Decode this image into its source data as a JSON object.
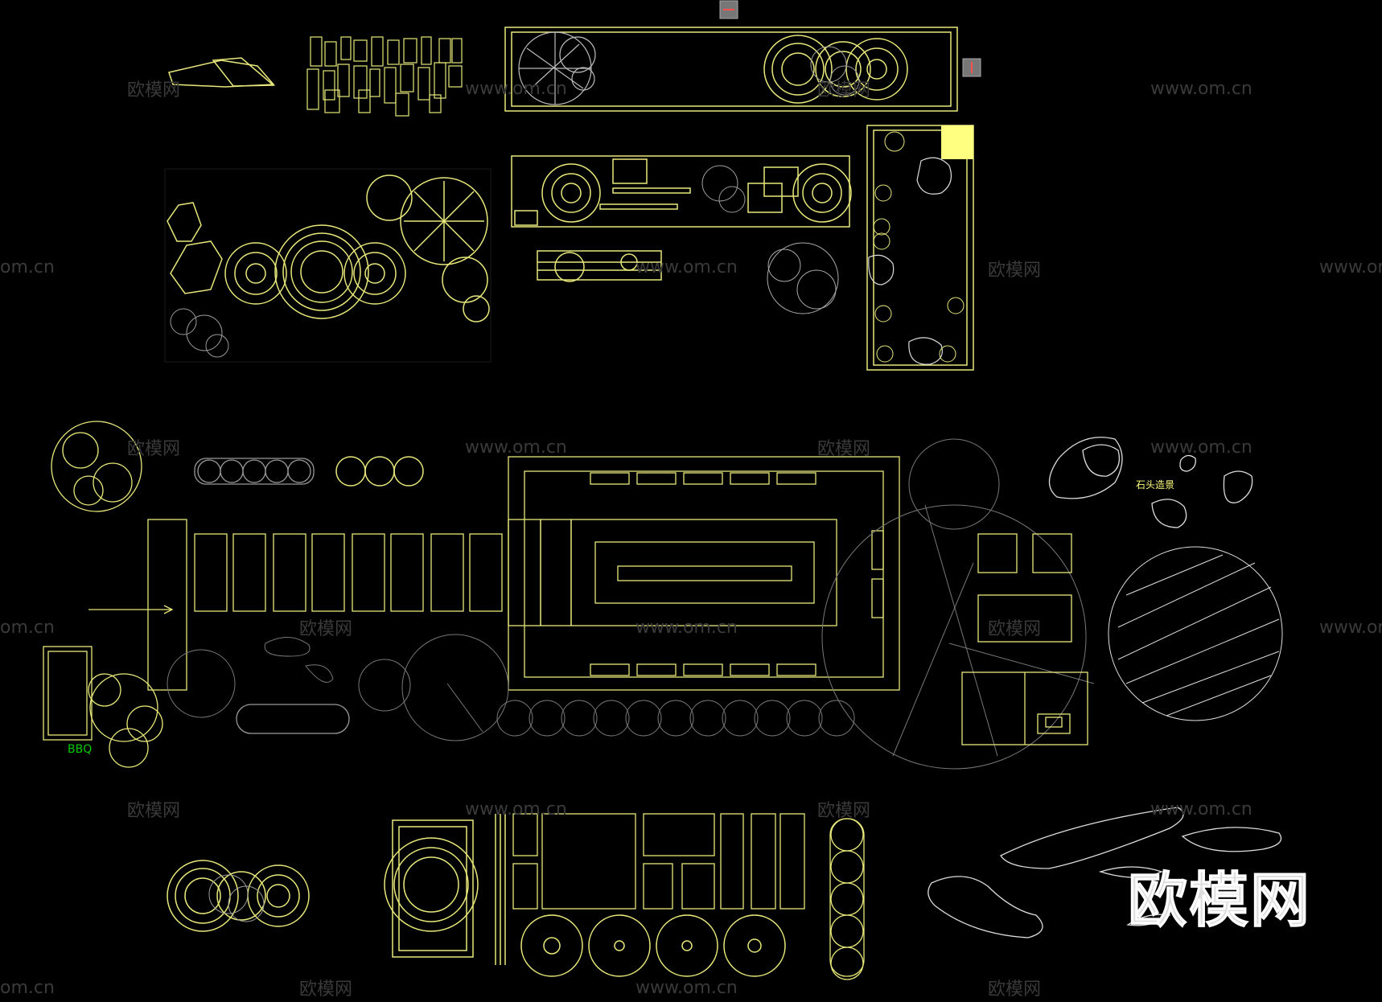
{
  "labels": {
    "bbq": "BBQ",
    "stone_landscape": "石头造景"
  },
  "watermarks": {
    "site_url": "www.om.cn",
    "brand_cn": "欧模网",
    "partial_url": "om.cn",
    "brand_big": "欧模网"
  },
  "colors": {
    "background": "#000000",
    "line_yellow": "#e8e87a",
    "line_white": "#dddddd",
    "line_grey": "#9a9a9a",
    "label_green": "#00cc00",
    "highlight_fill": "#ffff80"
  }
}
